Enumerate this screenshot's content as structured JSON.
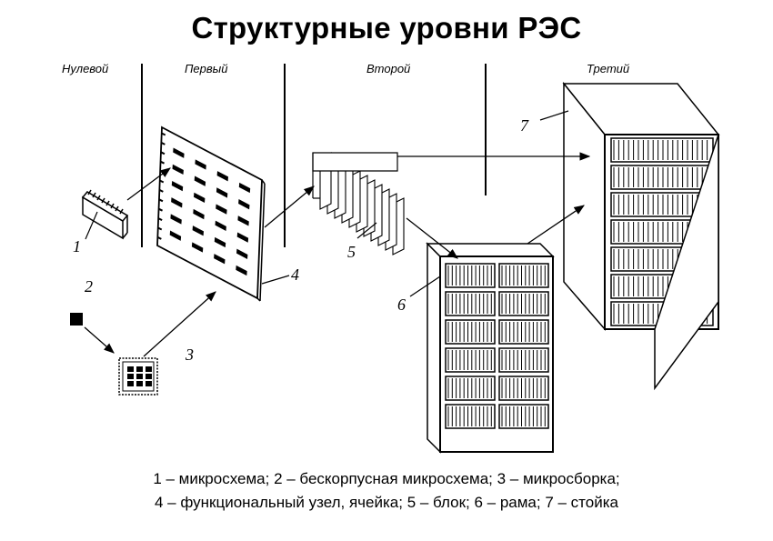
{
  "title": "Структурные уровни РЭС",
  "levels": [
    "Нулевой",
    "Первый",
    "Второй",
    "Третий"
  ],
  "labels": [
    "1",
    "2",
    "3",
    "4",
    "5",
    "6",
    "7"
  ],
  "legend": [
    "1 – микросхема;  2 – бескорпусная микросхема; 3 – микросборка;",
    "4 – функциональный узел, ячейка; 5 – блок;  6 – рама;  7 – стойка"
  ]
}
